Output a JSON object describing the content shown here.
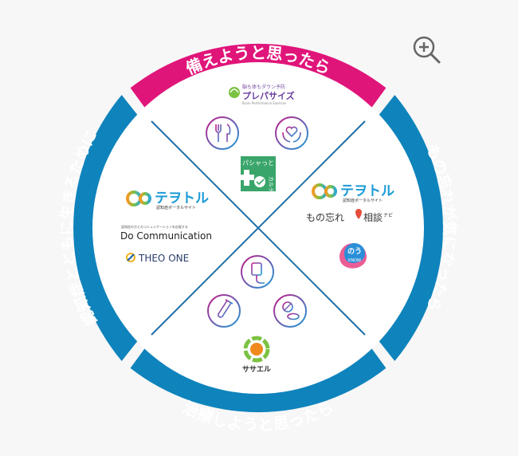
{
  "segments": {
    "top": "備えようと思ったら",
    "right": "もの忘れが気になったら",
    "bottom": "治療しようと思ったら",
    "left": "認知症とともに生きるために"
  },
  "logos": {
    "prevention_tagline": "脳も体もダウン予防",
    "prevention_name": "プレパサイズ",
    "prevention_sub": "Brain Performance Exercise",
    "pasha_karte_line1": "パシャっと",
    "pasha_karte_line2": "カルテ",
    "teotoru": "テヲトル",
    "teotoru_sub": "認知症ポータルサイト",
    "monowasure": "もの忘れ",
    "soudan": "相談",
    "soudan_small": "ナビ",
    "nou_know_1": "のう",
    "nou_know_2": "KNOW",
    "do_comm_tagline": "認知症の方とのコミュニケーションを応援する",
    "do_comm": "Do Communication",
    "theo_one": "THEO ONE",
    "sasaeru": "ササエル"
  },
  "colors": {
    "magenta": "#e0157a",
    "blue": "#0f83bc",
    "center_line": "#1d6fa8",
    "icon_grad_a": "#c21d8b",
    "icon_grad_b": "#1c9bd6"
  },
  "icons": [
    "zoom-in-icon",
    "cutlery-icon",
    "heart-hands-icon",
    "iv-bag-icon",
    "test-tube-icon",
    "pills-icon"
  ]
}
